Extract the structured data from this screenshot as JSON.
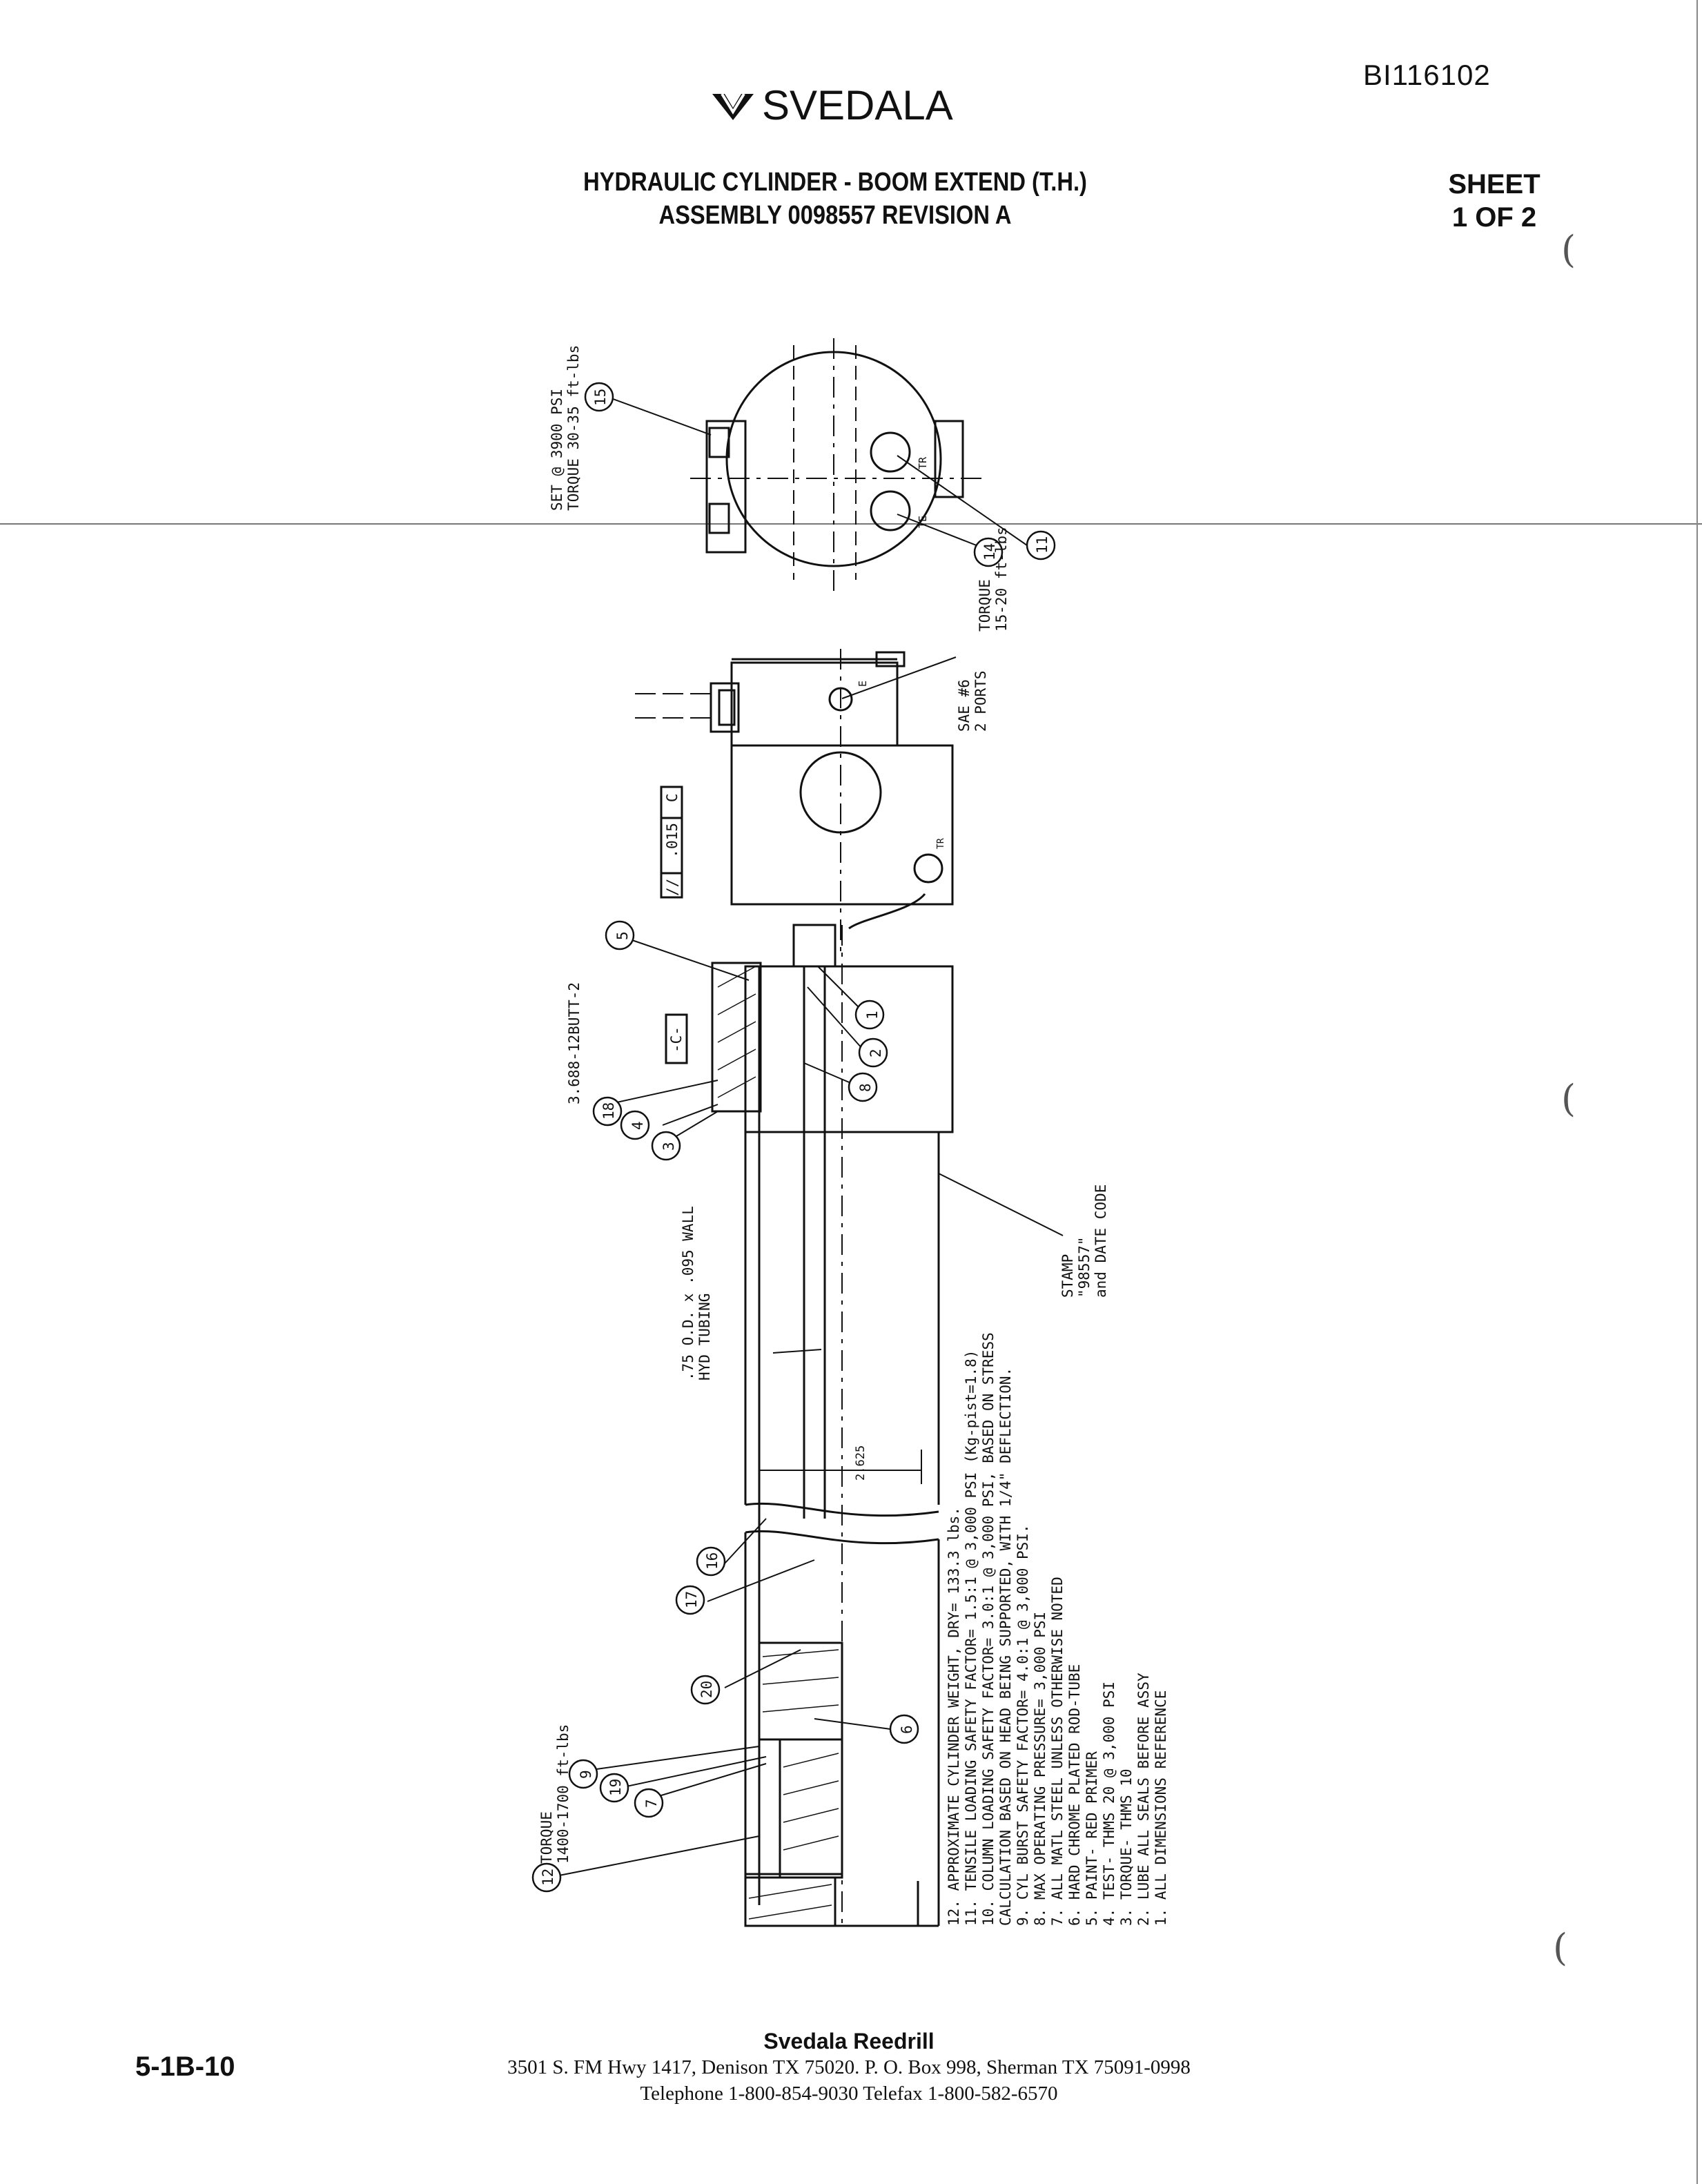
{
  "document": {
    "doc_id": "BI116102",
    "brand": "SVEDALA",
    "title_line1": "HYDRAULIC CYLINDER - BOOM EXTEND (T.H.)",
    "title_line2": "ASSEMBLY 0098557 REVISION A",
    "sheet_line1": "SHEET",
    "sheet_line2": "1 OF 2",
    "page_number": "5-1B-10"
  },
  "callouts": {
    "relief_valve": [
      "SET @ 3900 PSI",
      "TORQUE 30-35 ft-lbs"
    ],
    "item14_torque": [
      "TORQUE",
      "15-20 ft-lbs"
    ],
    "sae_ports": [
      "SAE #6",
      "2 PORTS"
    ],
    "thread": "3.688-12BUTT-2",
    "datum": "-C-",
    "tolerance_symbol": "//",
    "tolerance_value": ".015",
    "tolerance_datum": "C",
    "tubing": [
      ".75 O.D. x .095 WALL",
      "HYD TUBING"
    ],
    "stamp": [
      "STAMP",
      "\"98557\"",
      "and DATE CODE"
    ],
    "dimension": "2.625",
    "item12_torque": [
      "TORQUE",
      "1400-1700 ft-lbs"
    ],
    "port_labels": [
      "TR",
      "TE",
      "E",
      "TR"
    ]
  },
  "balloons": [
    "15",
    "14",
    "11",
    "5",
    "1",
    "2",
    "8",
    "18",
    "4",
    "3",
    "16",
    "17",
    "20",
    "6",
    "9",
    "19",
    "7",
    "12"
  ],
  "notes": [
    "12. APPROXIMATE CYLINDER WEIGHT, DRY= 133.3 lbs.",
    "11. TENSILE LOADING SAFETY FACTOR= 1.5:1 @ 3,000 PSI (Kg-pist=1.8)",
    "10. COLUMN LOADING SAFETY FACTOR= 3.0:1 @ 3,000 PSI, BASED ON STRESS",
    "    CALCULATION BASED ON HEAD BEING SUPPORTED, WITH 1/4\" DEFLECTION.",
    "9. CYL BURST SAFETY FACTOR= 4.0:1 @ 3,000 PSI.",
    "8. MAX OPERATING PRESSURE= 3,000 PSI",
    "7. ALL MATL STEEL UNLESS OTHERWISE NOTED",
    "6. HARD CHROME PLATED ROD-TUBE",
    "5. PAINT- RED PRIMER",
    "4. TEST- THMS 20 @ 3,000 PSI",
    "3. TORQUE- THMS 10",
    "2. LUBE ALL SEALS BEFORE ASSY",
    "1. ALL DIMENSIONS REFERENCE"
  ],
  "footer": {
    "company": "Svedala Reedrill",
    "address": "3501 S. FM Hwy 1417, Denison TX  75020.    P. O. Box 998, Sherman TX  75091-0998",
    "phone": "Telephone 1-800-854-9030 Telefax 1-800-582-6570"
  }
}
